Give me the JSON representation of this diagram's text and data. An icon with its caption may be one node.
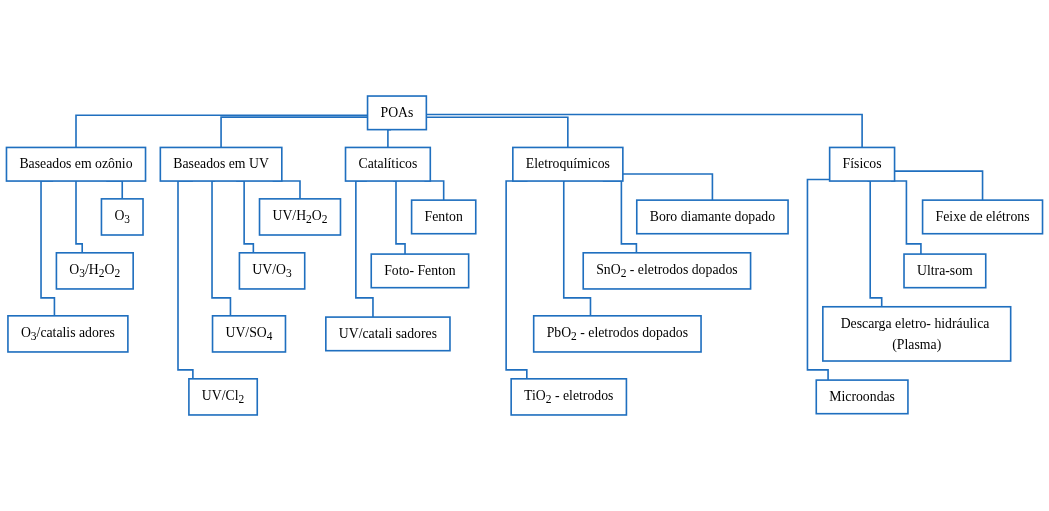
{
  "diagram": {
    "nodes": [
      {
        "text": [
          "POAs"
        ]
      },
      {
        "text": [
          "Baseados em ozônio"
        ]
      },
      {
        "text": [
          "O$_{3}$"
        ]
      },
      {
        "text": [
          "O$_{3}$/H$_{2}$O$_{2}$"
        ]
      },
      {
        "text": [
          "O$_{3}$/catalis adores"
        ]
      },
      {
        "text": [
          "Baseados em UV"
        ]
      },
      {
        "text": [
          "UV/H$_{2}$O$_{2}$"
        ]
      },
      {
        "text": [
          "UV/O$_{3}$"
        ]
      },
      {
        "text": [
          "UV/SO$_{4}$"
        ]
      },
      {
        "text": [
          "UV/Cl$_{2}$"
        ]
      },
      {
        "text": [
          "Eletroquímicos"
        ]
      },
      {
        "text": [
          "Boro diamante dopado"
        ]
      },
      {
        "text": [
          "SnO$_{2}$ - eletrodos dopados"
        ]
      },
      {
        "text": [
          "PbO$_{2}$ - eletrodos dopados"
        ]
      },
      {
        "text": [
          "TiO$_{2}$ - eletrodos"
        ]
      },
      {
        "text": [
          "Catalíticos"
        ]
      },
      {
        "text": [
          "Fenton"
        ]
      },
      {
        "text": [
          "Foto- Fenton"
        ]
      },
      {
        "text": [
          "UV/catali sadores"
        ]
      },
      {
        "text": [
          "Físicos"
        ]
      },
      {
        "text": [
          "Feixe de elétrons"
        ]
      },
      {
        "text": [
          "Ultra-som"
        ]
      },
      {
        "text": [
          "Descarga eletro- hidráulica (Plasma)"
        ]
      },
      {
        "text": [
          "Microondas"
        ]
      }
    ],
    "edges": [
      {
        "from": 0,
        "to": 1,
        "arrow": "none"
      },
      {
        "from": 0,
        "to": 5,
        "arrow": "none"
      },
      {
        "from": 0,
        "to": 10,
        "arrow": "none"
      },
      {
        "from": 0,
        "to": 15,
        "arrow": "none"
      },
      {
        "from": 0,
        "to": 19,
        "arrow": "none"
      },
      {
        "from": 1,
        "to": 2,
        "arrow": "none"
      },
      {
        "from": 1,
        "to": 3,
        "arrow": "none"
      },
      {
        "from": 1,
        "to": 4,
        "arrow": "none"
      },
      {
        "from": 5,
        "to": 6,
        "arrow": "none"
      },
      {
        "from": 5,
        "to": 7,
        "arrow": "none"
      },
      {
        "from": 5,
        "to": 8,
        "arrow": "none"
      },
      {
        "from": 5,
        "to": 9,
        "arrow": "none"
      },
      {
        "from": 10,
        "to": 11,
        "arrow": "none"
      },
      {
        "from": 10,
        "to": 12,
        "arrow": "none"
      },
      {
        "from": 10,
        "to": 13,
        "arrow": "none"
      },
      {
        "from": 10,
        "to": 14,
        "arrow": "none"
      },
      {
        "from": 15,
        "to": 16,
        "arrow": "none"
      },
      {
        "from": 15,
        "to": 17,
        "arrow": "none"
      },
      {
        "from": 15,
        "to": 18,
        "arrow": "none"
      },
      {
        "from": 19,
        "to": 20,
        "arrow": "none"
      },
      {
        "from": 19,
        "to": 21,
        "arrow": "none"
      },
      {
        "from": 19,
        "to": 22,
        "arrow": "none"
      },
      {
        "from": 19,
        "to": 23,
        "arrow": "none"
      }
    ]
  }
}
